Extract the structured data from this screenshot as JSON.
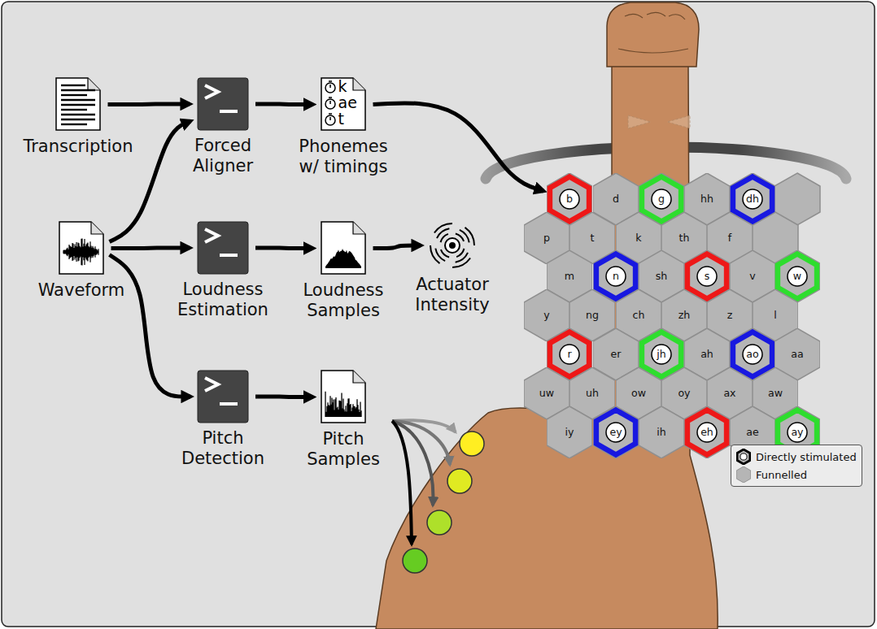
{
  "diagram": {
    "nodes": [
      {
        "text": [
          "Transcription"
        ]
      },
      {
        "text": [
          "Waveform"
        ]
      },
      {
        "text": [
          "Forced Aligner"
        ]
      },
      {
        "text": [
          "k",
          "ae",
          "t",
          "Phonemes w/ timings"
        ]
      },
      {
        "text": [
          "Loudness Estimation"
        ]
      },
      {
        "text": [
          "Loudness Samples"
        ]
      },
      {
        "text": [
          "Actuator Intensity"
        ]
      },
      {
        "text": [
          "Pitch Detection"
        ]
      },
      {
        "text": [
          "Pitch Samples"
        ]
      },
      {
        "text": [
          "b"
        ]
      },
      {
        "text": [
          "d"
        ]
      },
      {
        "text": [
          "g"
        ]
      },
      {
        "text": [
          "hh"
        ]
      },
      {
        "text": [
          "dh"
        ]
      },
      {
        "text": [
          "p"
        ]
      },
      {
        "text": [
          "t"
        ]
      },
      {
        "text": [
          "k"
        ]
      },
      {
        "text": [
          "th"
        ]
      },
      {
        "text": [
          "f"
        ]
      },
      {
        "text": [
          "m"
        ]
      },
      {
        "text": [
          "n"
        ]
      },
      {
        "text": [
          "sh"
        ]
      },
      {
        "text": [
          "s"
        ]
      },
      {
        "text": [
          "v"
        ]
      },
      {
        "text": [
          "w"
        ]
      },
      {
        "text": [
          "y"
        ]
      },
      {
        "text": [
          "ng"
        ]
      },
      {
        "text": [
          "ch"
        ]
      },
      {
        "text": [
          "zh"
        ]
      },
      {
        "text": [
          "z"
        ]
      },
      {
        "text": [
          "l"
        ]
      },
      {
        "text": [
          "r"
        ]
      },
      {
        "text": [
          "er"
        ]
      },
      {
        "text": [
          "jh"
        ]
      },
      {
        "text": [
          "ah"
        ]
      },
      {
        "text": [
          "ao"
        ]
      },
      {
        "text": [
          "aa"
        ]
      },
      {
        "text": [
          "uw"
        ]
      },
      {
        "text": [
          "uh"
        ]
      },
      {
        "text": [
          "ow"
        ]
      },
      {
        "text": [
          "oy"
        ]
      },
      {
        "text": [
          "ax"
        ]
      },
      {
        "text": [
          "aw"
        ]
      },
      {
        "text": [
          "iy"
        ]
      },
      {
        "text": [
          "ey"
        ]
      },
      {
        "text": [
          "ih"
        ]
      },
      {
        "text": [
          "eh"
        ]
      },
      {
        "text": [
          "ae"
        ]
      },
      {
        "text": [
          "ay"
        ]
      }
    ],
    "edges": [
      {
        "from": 0,
        "to": 2,
        "arrow": "to"
      },
      {
        "from": 1,
        "to": 2,
        "arrow": "to"
      },
      {
        "from": 2,
        "to": 3,
        "arrow": "to"
      },
      {
        "from": 3,
        "to": 9,
        "arrow": "to"
      },
      {
        "from": 1,
        "to": 4,
        "arrow": "to"
      },
      {
        "from": 4,
        "to": 5,
        "arrow": "to"
      },
      {
        "from": 5,
        "to": 6,
        "arrow": "to"
      },
      {
        "from": 1,
        "to": 7,
        "arrow": "to"
      },
      {
        "from": 7,
        "to": 8,
        "arrow": "to"
      }
    ],
    "legend": [
      {
        "text": "Directly stimulated"
      },
      {
        "text": "Funnelled"
      }
    ]
  }
}
